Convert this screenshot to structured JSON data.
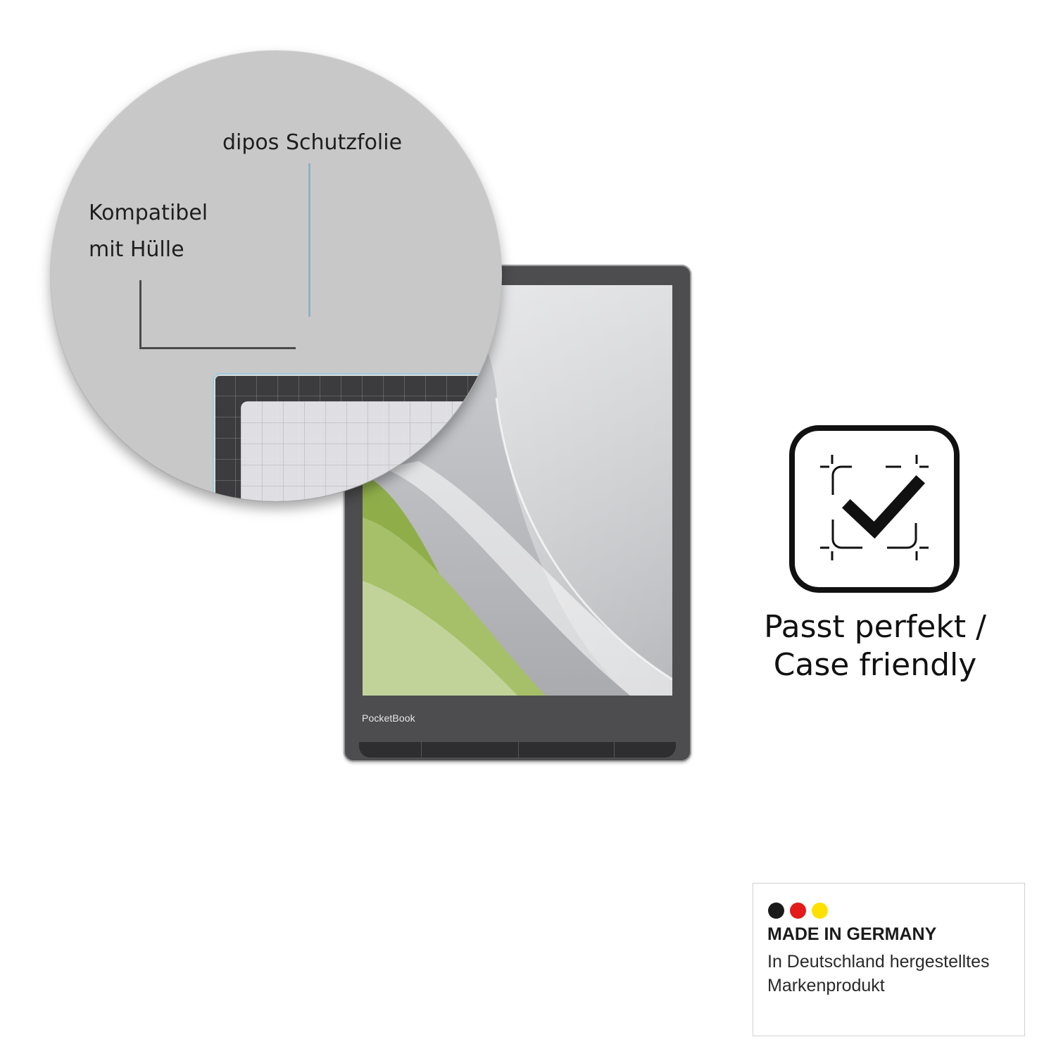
{
  "device": {
    "brand": "PocketBook"
  },
  "magnifier": {
    "label_top": "dipos Schutzfolie",
    "label_left_line1": "Kompatibel",
    "label_left_line2": "mit Hülle"
  },
  "feature": {
    "icon": "fit-check-icon",
    "line1": "Passt perfekt /",
    "line2": "Case friendly"
  },
  "made_in_germany": {
    "title": "MADE IN GERMANY",
    "line1": "In Deutschland hergestelltes",
    "line2": "Markenprodukt",
    "colors": [
      "#1a1a1a",
      "#e31b1b",
      "#ffe000"
    ]
  }
}
